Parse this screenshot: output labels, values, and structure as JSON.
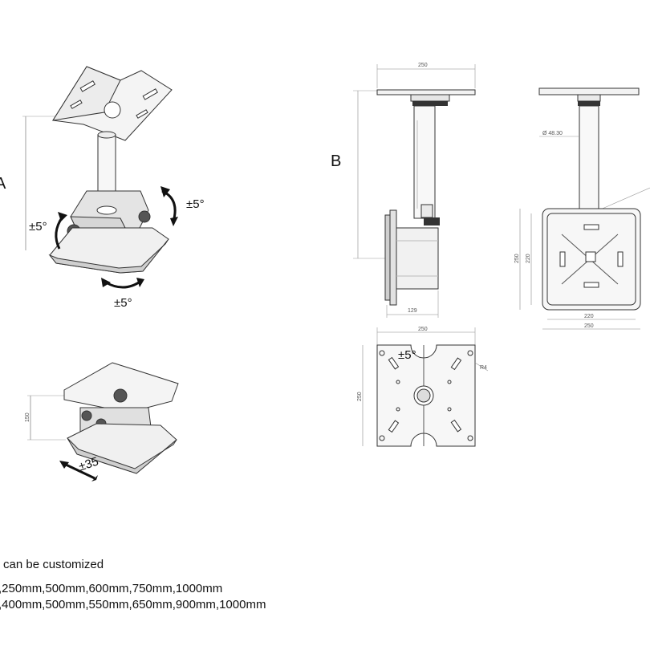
{
  "views": {
    "a_letter": "A",
    "b_letter": "B"
  },
  "angles": {
    "tilt_right": "±5°",
    "tilt_left": "±5°",
    "rotate_bottom": "±5°",
    "plate_top": "±5°"
  },
  "dimensions": {
    "top_width": "250",
    "side_depth": "129",
    "pole_diameter": "Ø 48.30",
    "plate_inner_w": "220",
    "plate_outer_w": "250",
    "plate_inner_h": "220",
    "plate_outer_h": "250",
    "top_plate_w": "250",
    "top_plate_h": "250",
    "radius": "R4",
    "height_150": "150",
    "slide": "±35"
  },
  "notes": {
    "line1": "can be customized",
    "line2": ",250mm,500mm,600mm,750mm,1000mm",
    "line3": ",400mm,500mm,550mm,650mm,900mm,1000mm"
  }
}
